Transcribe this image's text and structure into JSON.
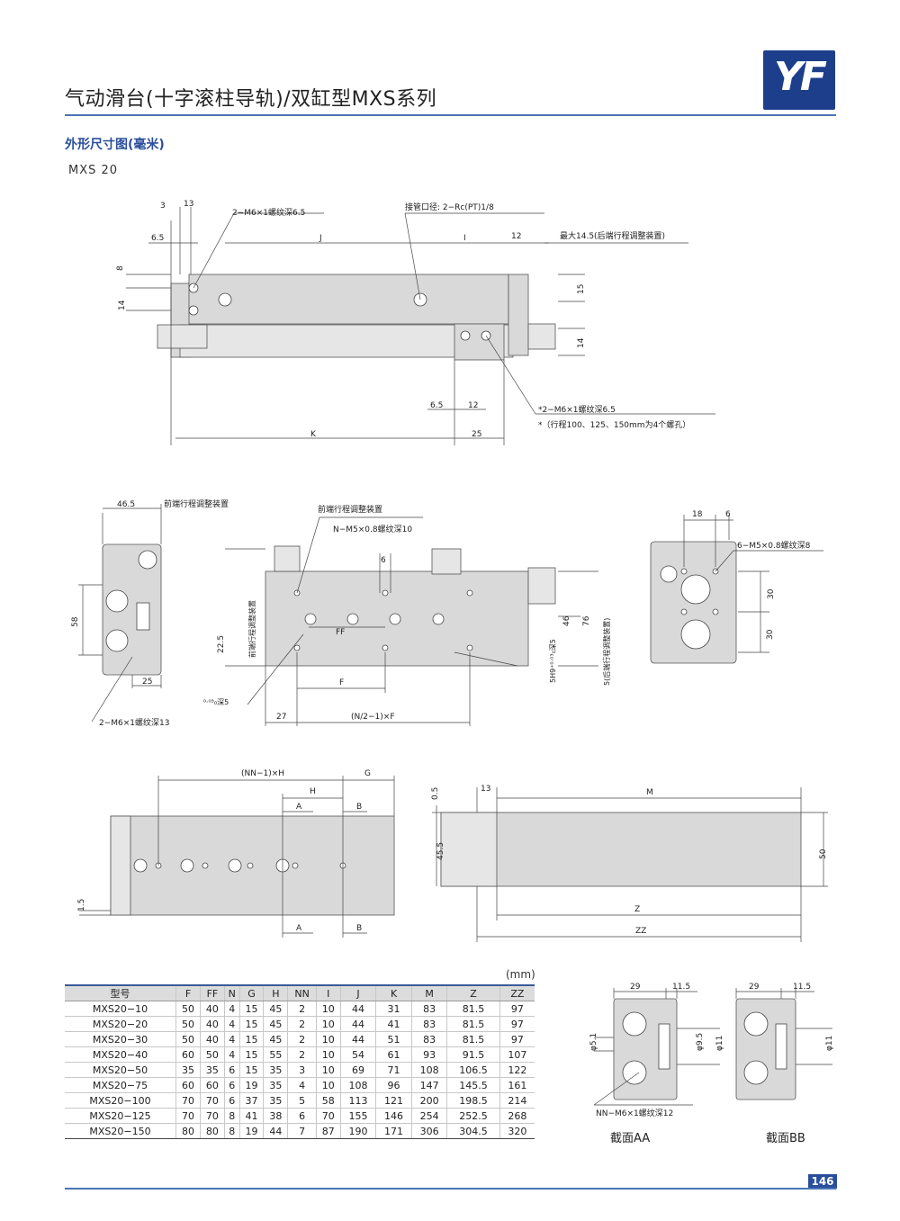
{
  "header": {
    "title": "气动滑台(十字滚柱导轨)/双缸型MXS系列",
    "logo_text": "YF",
    "logo_color": "#1d3e8a",
    "accent_color": "#4a74b5"
  },
  "section": {
    "subtitle": "外形尺寸图(毫米)",
    "model": "MXS  20"
  },
  "drawing_top": {
    "d3": "3",
    "d13": "13",
    "d65": "6.5",
    "d8": "8",
    "d14": "14",
    "thread1": "2−M6×1螺纹深6.5",
    "port": "接管口径: 2−Rc(PT)1/8",
    "J": "J",
    "I": "I",
    "d12": "12",
    "max_note": "最大14.5(后端行程调整装置)",
    "d15": "15",
    "d14b": "14",
    "d65b": "6.5",
    "d12b": "12",
    "thread2": "*2−M6×1螺纹深6.5",
    "thread2_note": "*（行程100、125、150mm为4个螺孔）",
    "K": "K",
    "d25": "25"
  },
  "drawing_mid": {
    "d465": "46.5",
    "front_adj": "前端行程调整装置",
    "d58": "58",
    "d25": "25",
    "thread_left": "2−M6×1螺纹深13",
    "front_adj2": "前端行程调整装置",
    "n_thread": "N−M5×0.8螺纹深10",
    "d6": "6",
    "d225": "22.5",
    "front_adj_v": "前端行程调整装置",
    "FF": "FF",
    "F": "F",
    "d27": "27",
    "nf_formula": "(N/2−1)×F",
    "hole_left": "φ5H9⁺⁰·⁰³₀深5",
    "hole_right": "5H9⁺⁰·⁰³₀深5",
    "d46": "46",
    "d76": "76",
    "rear_adj": "5(后端行程调整装置)",
    "d18": "18",
    "d6b": "6",
    "thread_right": "6−M5×0.8螺纹深8",
    "d30a": "30",
    "d30b": "30"
  },
  "drawing_bottom": {
    "nnh": "(NN−1)×H",
    "G": "G",
    "H": "H",
    "A": "A",
    "B": "B",
    "A2": "A",
    "B2": "B",
    "d15": "1.5",
    "d05": "0.5",
    "d13": "13",
    "M": "M",
    "d455": "45.5",
    "d50": "50",
    "Z": "Z",
    "ZZ": "ZZ"
  },
  "table": {
    "unit": "(mm)",
    "headers": [
      "型号",
      "F",
      "FF",
      "N",
      "G",
      "H",
      "NN",
      "I",
      "J",
      "K",
      "M",
      "Z",
      "ZZ"
    ],
    "rows": [
      [
        "MXS20−10",
        "50",
        "40",
        "4",
        "15",
        "45",
        "2",
        "10",
        "44",
        "31",
        "83",
        "81.5",
        "97"
      ],
      [
        "MXS20−20",
        "50",
        "40",
        "4",
        "15",
        "45",
        "2",
        "10",
        "44",
        "41",
        "83",
        "81.5",
        "97"
      ],
      [
        "MXS20−30",
        "50",
        "40",
        "4",
        "15",
        "45",
        "2",
        "10",
        "44",
        "51",
        "83",
        "81.5",
        "97"
      ],
      [
        "MXS20−40",
        "60",
        "50",
        "4",
        "15",
        "55",
        "2",
        "10",
        "54",
        "61",
        "93",
        "91.5",
        "107"
      ],
      [
        "MXS20−50",
        "35",
        "35",
        "6",
        "15",
        "35",
        "3",
        "10",
        "69",
        "71",
        "108",
        "106.5",
        "122"
      ],
      [
        "MXS20−75",
        "60",
        "60",
        "6",
        "19",
        "35",
        "4",
        "10",
        "108",
        "96",
        "147",
        "145.5",
        "161"
      ],
      [
        "MXS20−100",
        "70",
        "70",
        "6",
        "37",
        "35",
        "5",
        "58",
        "113",
        "121",
        "200",
        "198.5",
        "214"
      ],
      [
        "MXS20−125",
        "70",
        "70",
        "8",
        "41",
        "38",
        "6",
        "70",
        "155",
        "146",
        "254",
        "252.5",
        "268"
      ],
      [
        "MXS20−150",
        "80",
        "80",
        "8",
        "19",
        "44",
        "7",
        "87",
        "190",
        "171",
        "306",
        "304.5",
        "320"
      ]
    ]
  },
  "sections": {
    "aa_d29": "29",
    "aa_d115": "11.5",
    "aa_d51": "φ5.1",
    "aa_d95": "φ9.5",
    "aa_d11": "φ11",
    "aa_thread": "NN−M6×1螺纹深12",
    "aa_label": "截面AA",
    "bb_d29": "29",
    "bb_d115": "11.5",
    "bb_d11": "φ11",
    "bb_label": "截面BB"
  },
  "footer": {
    "page": "146"
  }
}
